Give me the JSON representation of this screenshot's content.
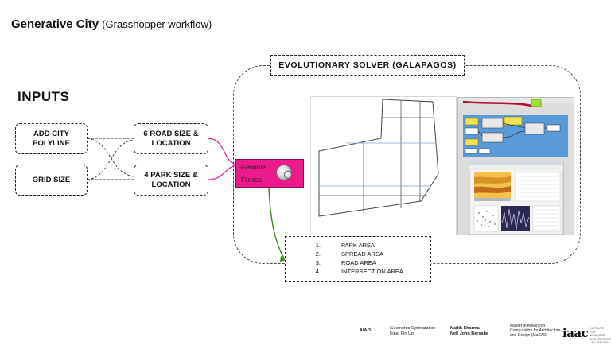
{
  "title": {
    "main": "Generative City",
    "sub": "(Grasshopper workflow)"
  },
  "inputs_heading": "INPUTS",
  "input_boxes": {
    "add_city_polyline": "ADD CITY\nPOLYLINE",
    "grid_size": "GRID SIZE",
    "road_size": "6 ROAD SIZE &\nLOCATION",
    "park_size": "4 PARK SIZE &\nLOCATION"
  },
  "solver_title": "EVOLUTIONARY SOLVER (GALAPAGOS)",
  "galapagos": {
    "genome": "Genome",
    "fitness": "Fitness"
  },
  "outputs": [
    {
      "num": "1.",
      "label": "PARK AREA"
    },
    {
      "num": "2.",
      "label": "SPREAD AREA"
    },
    {
      "num": "3.",
      "label": "ROAD AREA"
    },
    {
      "num": "4.",
      "label": "INTERSECTION AREA"
    }
  ],
  "footer": {
    "code": "AIA.3",
    "course": "Geometric Optimization\nFinal Pin Up",
    "authors": "Naitik Sharma\nNeil John Bersabe",
    "program": "Master in Advanced\nComputation for Architecture\nand Design (MaCAD)",
    "logo": "iaac",
    "logo_note": "INSTITUTE\nFOR ADVANCED\nARCHITECTURE\nOF CATALONIA"
  },
  "colors": {
    "galapagos_node": "#ec1a8a",
    "connector_magenta": "#e61b9a",
    "connector_green": "#3a8a1a",
    "grasshopper_canvas": "#5a9ad8"
  }
}
